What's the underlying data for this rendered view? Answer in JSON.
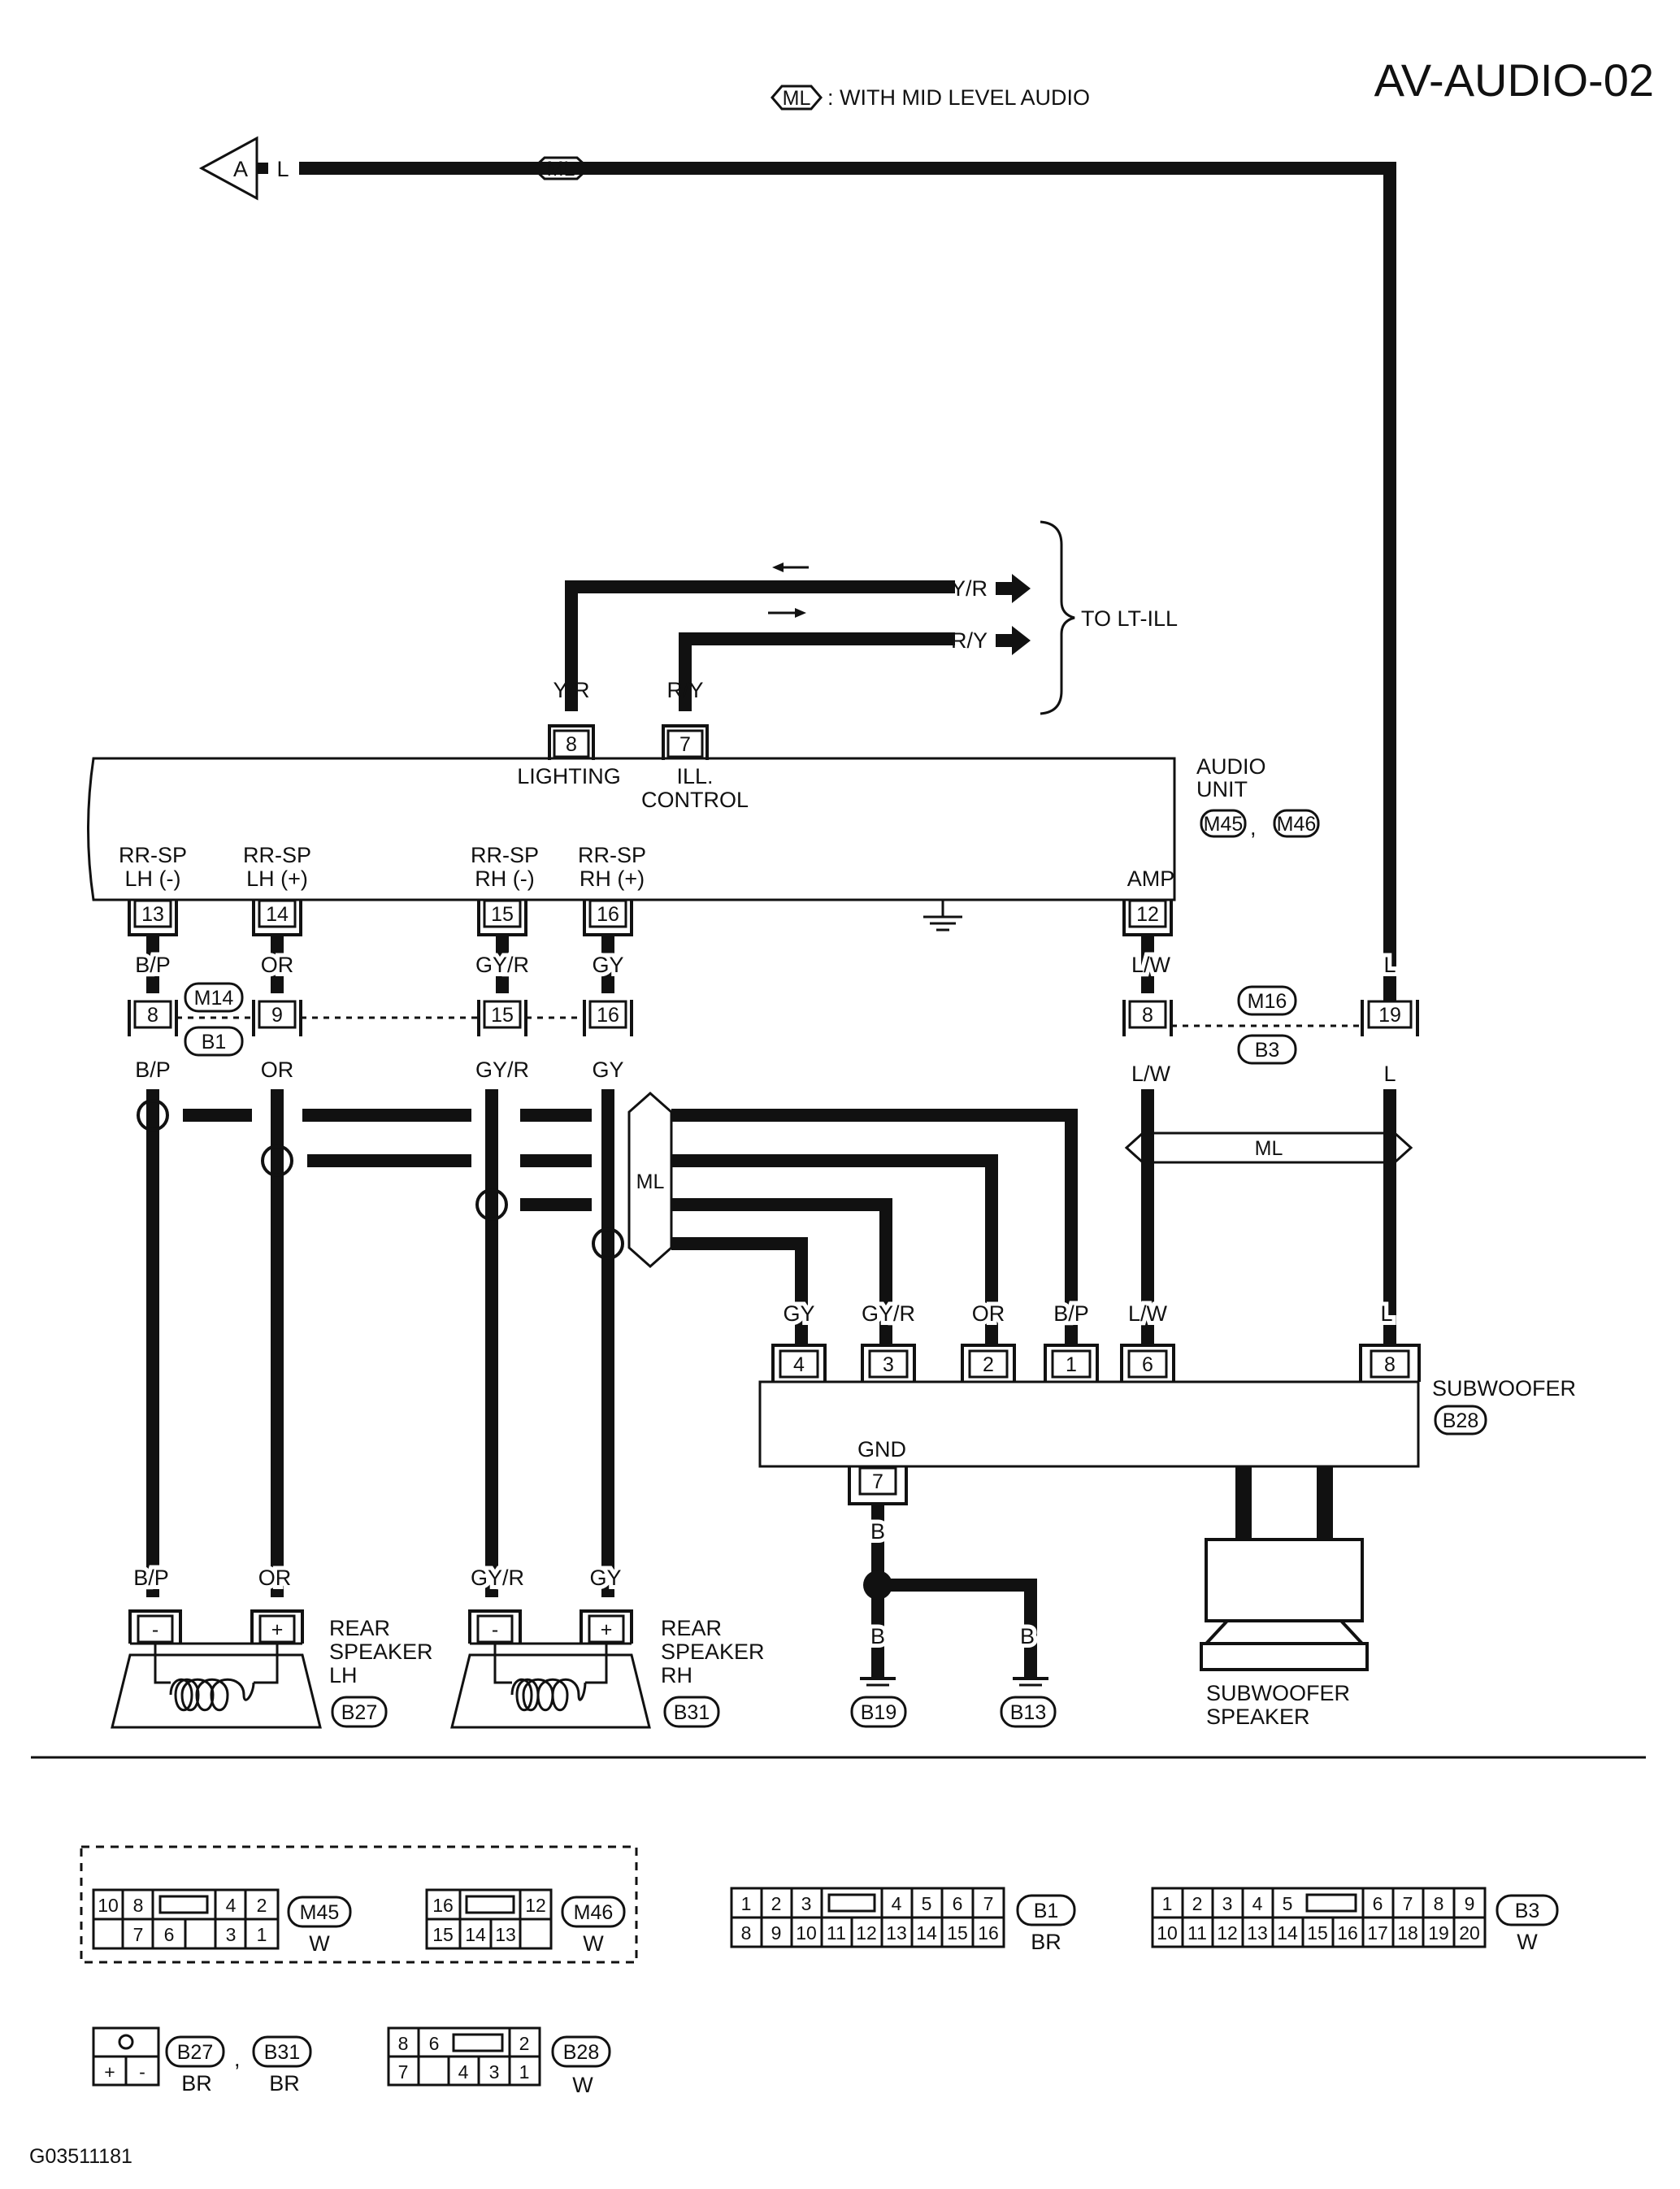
{
  "title": "AV-AUDIO-02",
  "legend": {
    "tag": "ML",
    "text": ": WITH MID LEVEL AUDIO"
  },
  "footer_code": "G03511181",
  "offpage": {
    "tag": "A",
    "wire": "L",
    "ml_tag": "ML"
  },
  "to_lt_ill": "TO LT-ILL",
  "lighting_wires": {
    "yr": "Y/R",
    "ry": "R/Y"
  },
  "audio_unit": {
    "name_line1": "AUDIO",
    "name_line2": "UNIT",
    "conn1": "M45",
    "comma": ",",
    "conn2": "M46",
    "amp": "AMP",
    "lighting": "LIGHTING",
    "ill_line1": "ILL.",
    "ill_line2": "CONTROL",
    "pin_lighting": "8",
    "pin_ill": "7",
    "pin_amp": "12",
    "terminals": [
      {
        "line1": "RR-SP",
        "line2": "LH (-)",
        "pin": "13"
      },
      {
        "line1": "RR-SP",
        "line2": "LH (+)",
        "pin": "14"
      },
      {
        "line1": "RR-SP",
        "line2": "RH (-)",
        "pin": "15"
      },
      {
        "line1": "RR-SP",
        "line2": "RH (+)",
        "pin": "16"
      }
    ]
  },
  "wires": {
    "bp": "B/P",
    "or": "OR",
    "gyr": "GY/R",
    "gy": "GY",
    "lw": "L/W",
    "l": "L",
    "b": "B"
  },
  "joint_left": {
    "top": "M14",
    "bottom": "B1",
    "pins": [
      "8",
      "9",
      "15",
      "16"
    ]
  },
  "joint_right": {
    "top": "M16",
    "bottom": "B3",
    "pins": [
      "8",
      "19"
    ]
  },
  "ml_tag": "ML",
  "subwoofer": {
    "name": "SUBWOOFER",
    "conn": "B28",
    "gnd": "GND",
    "gnd_pin": "7",
    "pins": [
      "4",
      "3",
      "2",
      "1",
      "6",
      "8"
    ],
    "pin_wires": [
      "GY",
      "GY/R",
      "OR",
      "B/P",
      "L/W",
      "L"
    ],
    "speaker_line1": "SUBWOOFER",
    "speaker_line2": "SPEAKER"
  },
  "grounds": [
    "B19",
    "B13"
  ],
  "rear_lh": {
    "line1": "REAR",
    "line2": "SPEAKER",
    "line3": "LH",
    "conn": "B27",
    "minus": "-",
    "plus": "+"
  },
  "rear_rh": {
    "line1": "REAR",
    "line2": "SPEAKER",
    "line3": "RH",
    "conn": "B31",
    "minus": "-",
    "plus": "+"
  },
  "connectors": {
    "m45": {
      "id": "M45",
      "color": "W",
      "top": [
        "10",
        "8",
        "",
        "4",
        "2"
      ],
      "bottom": [
        "",
        "7",
        "6",
        "",
        "3",
        "1"
      ]
    },
    "m46": {
      "id": "M46",
      "color": "W",
      "top": [
        "16",
        "",
        "12"
      ],
      "bottom": [
        "15",
        "14",
        "13"
      ]
    },
    "b1": {
      "id": "B1",
      "color": "BR",
      "top": [
        "1",
        "2",
        "3",
        "",
        "4",
        "5",
        "6",
        "7"
      ],
      "bottom": [
        "8",
        "9",
        "10",
        "11",
        "12",
        "13",
        "14",
        "15",
        "16"
      ]
    },
    "b3": {
      "id": "B3",
      "color": "W",
      "top": [
        "1",
        "2",
        "3",
        "4",
        "5",
        "",
        "6",
        "7",
        "8",
        "9"
      ],
      "bottom": [
        "10",
        "11",
        "12",
        "13",
        "14",
        "15",
        "16",
        "17",
        "18",
        "19",
        "20"
      ]
    },
    "b27_b31": {
      "id1": "B27",
      "id2": "B31",
      "comma": ",",
      "color1": "BR",
      "color2": "BR",
      "plus": "+",
      "minus": "-"
    },
    "b28": {
      "id": "B28",
      "color": "W",
      "top": [
        "8",
        "6",
        "",
        "2"
      ],
      "bottom": [
        "7",
        "",
        "4",
        "3",
        "1"
      ]
    }
  }
}
